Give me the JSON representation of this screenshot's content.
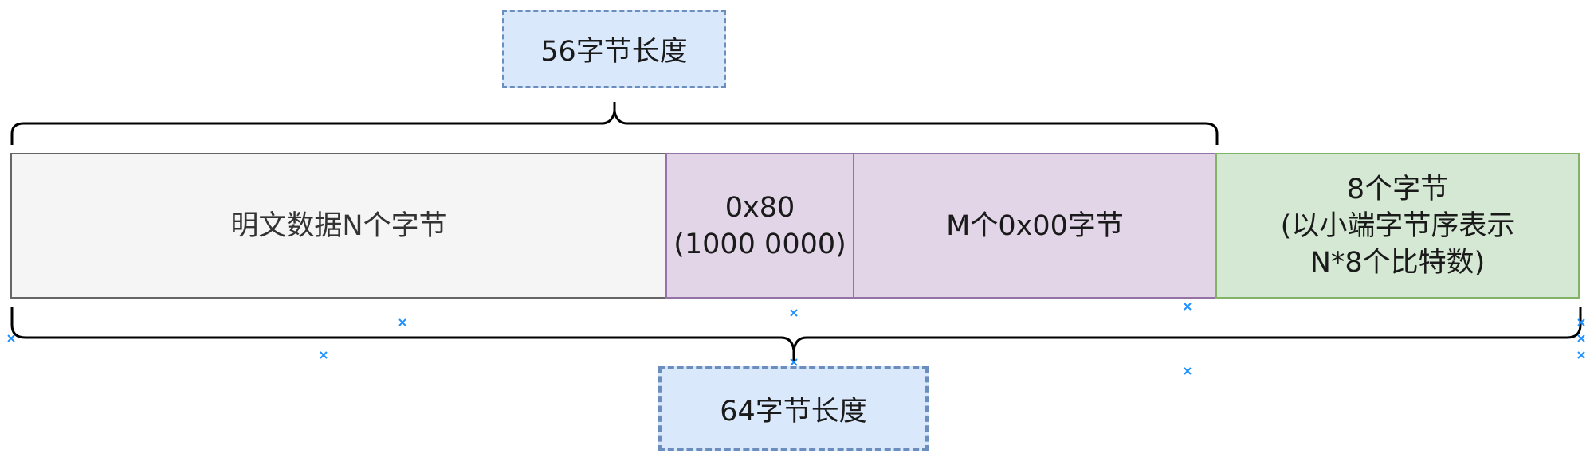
{
  "labels": {
    "top": "56字节长度",
    "bottom": "64字节长度"
  },
  "segments": {
    "plaintext": "明文数据N个字节",
    "marker": "0x80\n(1000 0000)",
    "zeros": "M个0x00字节",
    "length": "8个字节\n(以小端字节序表示\nN*8个比特数)"
  },
  "colors": {
    "label_fill": "#dae8fc",
    "label_stroke": "#6c8ebf",
    "plaintext_fill": "#f5f5f5",
    "plaintext_stroke": "#666666",
    "padding_fill": "#e1d5e7",
    "padding_stroke": "#9673a6",
    "length_fill": "#d5e8d4",
    "length_stroke": "#82b366",
    "marker_color": "#1e90ff"
  }
}
